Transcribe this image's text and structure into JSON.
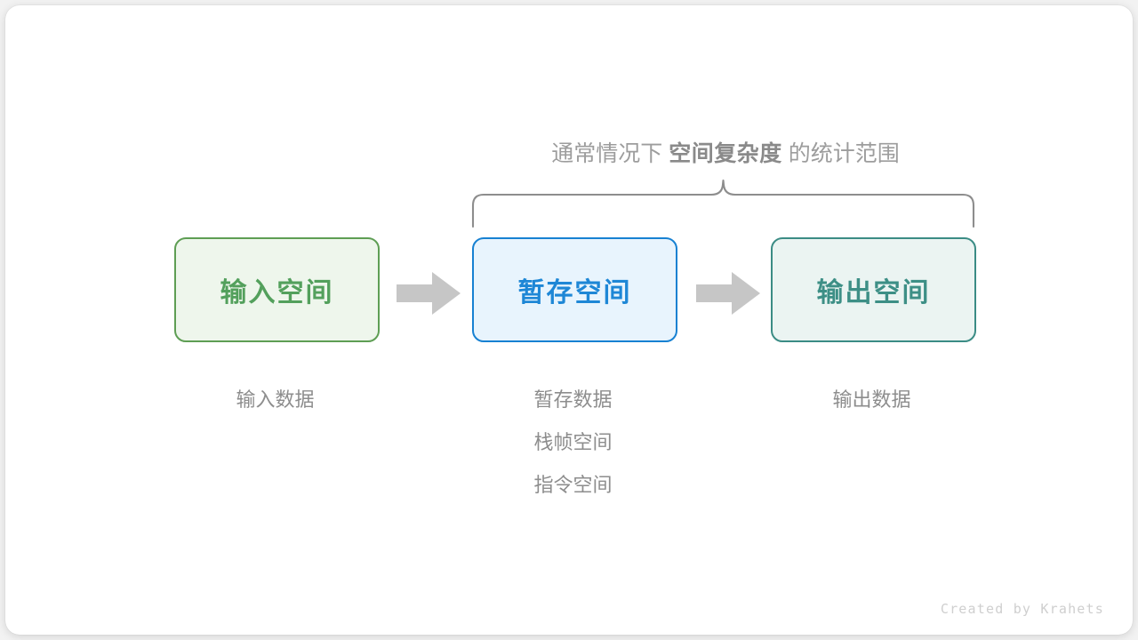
{
  "diagram": {
    "caption": {
      "prefix": "通常情况下",
      "emphasis": "空间复杂度",
      "suffix": "的统计范围"
    },
    "boxes": [
      {
        "id": "input-space",
        "label": "输入空间",
        "border_color": "#5e9e54",
        "fill_color": "#eef6ec",
        "text_color": "#53a05c",
        "sub_labels": [
          "输入数据"
        ]
      },
      {
        "id": "temp-space",
        "label": "暂存空间",
        "border_color": "#1781d2",
        "fill_color": "#e8f4fd",
        "text_color": "#1e87d6",
        "sub_labels": [
          "暂存数据",
          "栈帧空间",
          "指令空间"
        ]
      },
      {
        "id": "output-space",
        "label": "输出空间",
        "border_color": "#3b8c85",
        "fill_color": "#ebf4f2",
        "text_color": "#3d8f86",
        "sub_labels": [
          "输出数据"
        ]
      }
    ],
    "arrows": [
      {
        "id": "arrow-input-to-temp",
        "direction": "right",
        "color": "#c6c6c6"
      },
      {
        "id": "arrow-temp-to-output",
        "direction": "right",
        "color": "#c6c6c6"
      }
    ],
    "brace": {
      "orientation": "top",
      "color": "#8d8d8d",
      "spans": [
        "temp-space",
        "output-space"
      ]
    },
    "credit": "Created by Krahets",
    "colors": {
      "canvas_background": "#ffffff",
      "page_background": "#f2f2f2",
      "muted_text": "#8d8d8d",
      "credit_text": "#cfcfcf"
    }
  }
}
